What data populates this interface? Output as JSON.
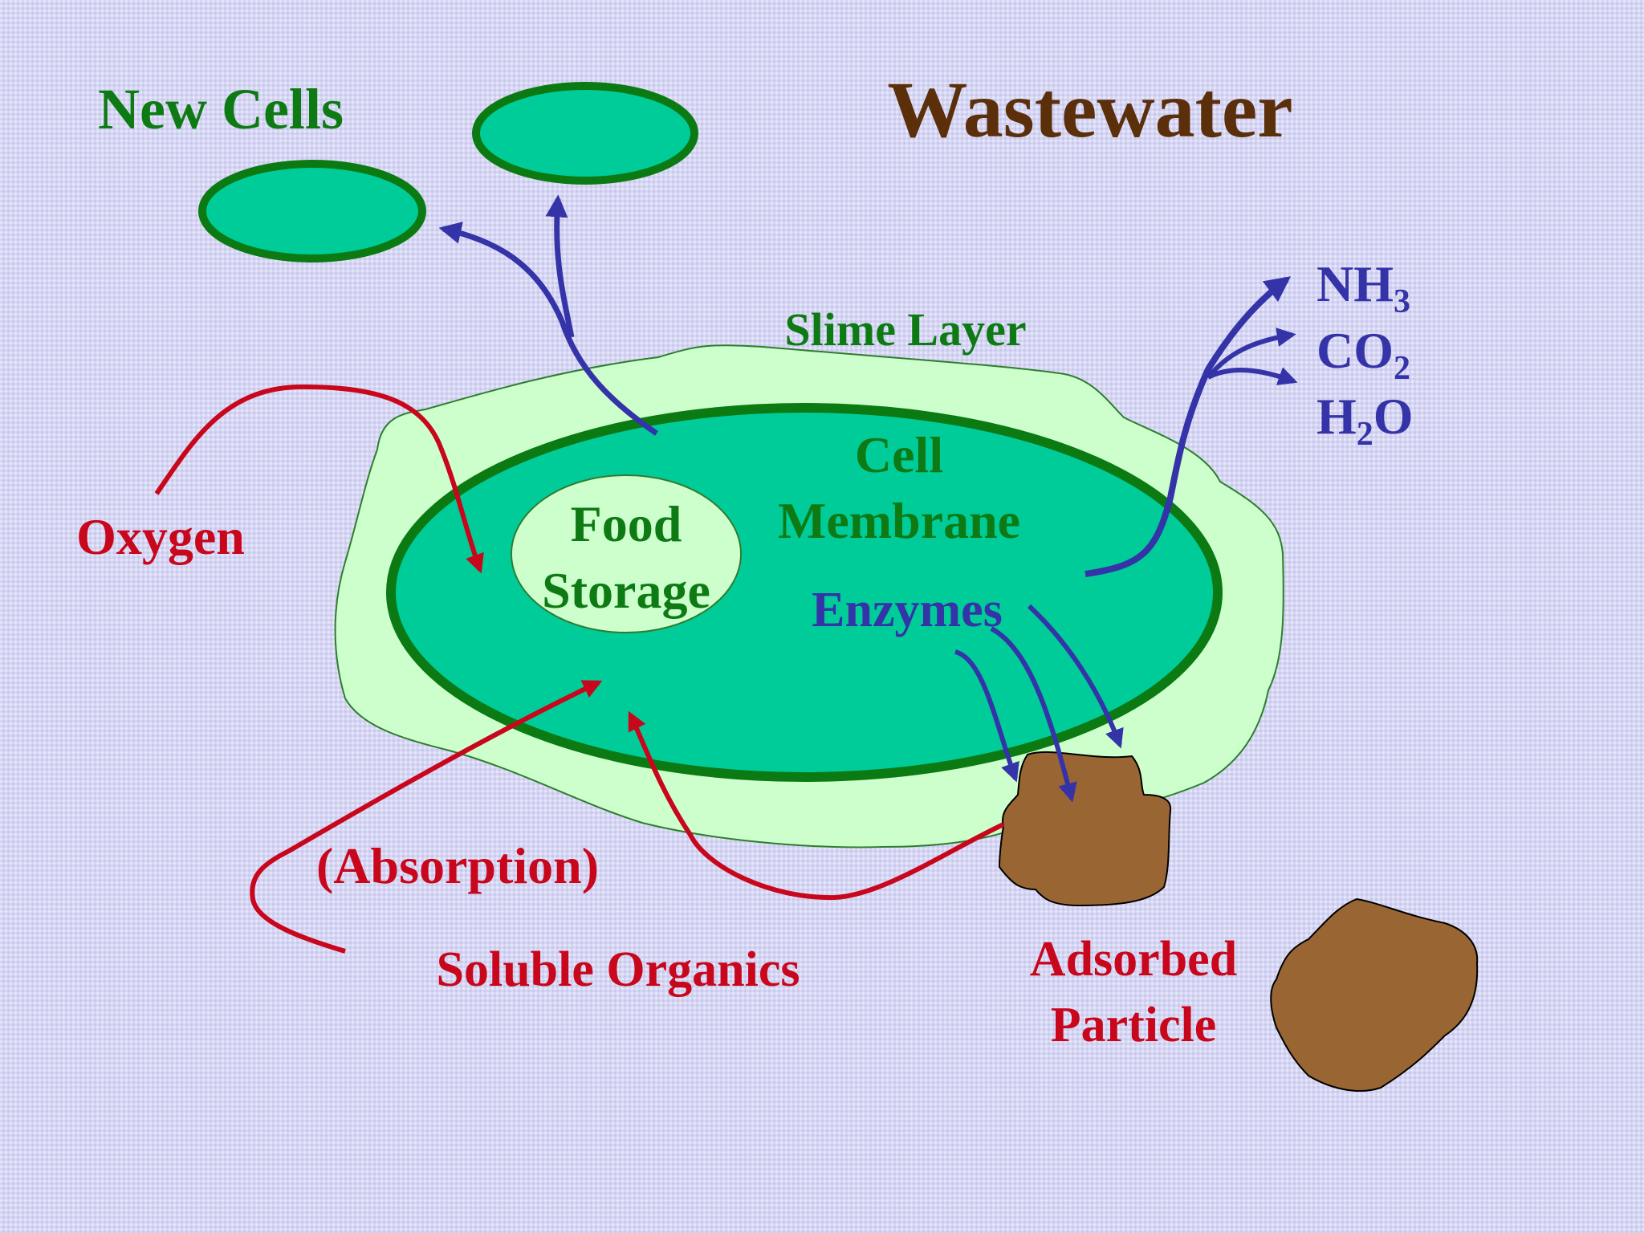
{
  "title": "Wastewater",
  "labels": {
    "new_cells": "New Cells",
    "slime_layer": "Slime Layer",
    "cell_membrane_line1": "Cell",
    "cell_membrane_line2": "Membrane",
    "food_storage_line1": "Food",
    "food_storage_line2": "Storage",
    "enzymes": "Enzymes",
    "oxygen": "Oxygen",
    "absorption": "(Absorption)",
    "soluble_organics": "Soluble Organics",
    "adsorbed_particle_line1": "Adsorbed",
    "adsorbed_particle_line2": "Particle"
  },
  "products": [
    {
      "base": "NH",
      "sub": "3",
      "tail": ""
    },
    {
      "base": "CO",
      "sub": "2",
      "tail": ""
    },
    {
      "base": "H",
      "sub": "2",
      "tail": "O"
    }
  ],
  "colors": {
    "title": "#5a2f0a",
    "green_text": "#0d7a14",
    "red": "#c8061c",
    "blue": "#3533a8",
    "cell_fill": "#00cc99",
    "cell_stroke": "#0c7a12",
    "slime_fill": "#ccffcc",
    "food_fill": "#ccffcc",
    "particle_fill": "#996633"
  }
}
